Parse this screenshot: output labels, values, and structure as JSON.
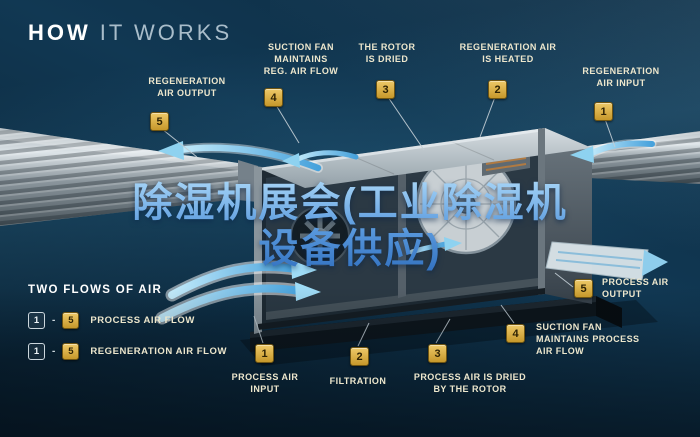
{
  "title": {
    "bold": "HOW",
    "light": "IT WORKS"
  },
  "watermark": {
    "text": "除湿机展会(工业除湿机\n设备供应)"
  },
  "callouts": {
    "reg_output": {
      "num": "5",
      "label": "REGENERATION\nAIR OUTPUT"
    },
    "reg_fan": {
      "num": "4",
      "label": "SUCTION FAN\nMAINTAINS\nREG. AIR FLOW"
    },
    "rotor_dried": {
      "num": "3",
      "label": "THE ROTOR\nIS DRIED"
    },
    "reg_heated": {
      "num": "2",
      "label": "REGENERATION AIR\nIS HEATED"
    },
    "reg_input": {
      "num": "1",
      "label": "REGENERATION\nAIR INPUT"
    },
    "proc_output": {
      "num": "5",
      "label": "PROCESS AIR\nOUTPUT"
    },
    "proc_fan": {
      "num": "4",
      "label": "SUCTION FAN\nMAINTAINS PROCESS\nAIR FLOW"
    },
    "proc_dried": {
      "num": "3",
      "label": "PROCESS AIR IS DRIED\nBY THE ROTOR"
    },
    "filtration": {
      "num": "2",
      "label": "FILTRATION"
    },
    "proc_input": {
      "num": "1",
      "label": "PROCESS AIR\nINPUT"
    }
  },
  "legend": {
    "title": "TWO FLOWS OF AIR",
    "separator": "-",
    "rows": [
      {
        "from": "1",
        "to": "5",
        "label": "PROCESS AIR FLOW"
      },
      {
        "from": "1",
        "to": "5",
        "label": "REGENERATION AIR FLOW"
      }
    ]
  },
  "colors": {
    "background": "#0d2b3e",
    "badge_gold": "#d2a438",
    "airflow_blue": "#6ec1ea",
    "watermark_blue": "#4a8fd6",
    "label_text": "#ece6cc"
  }
}
